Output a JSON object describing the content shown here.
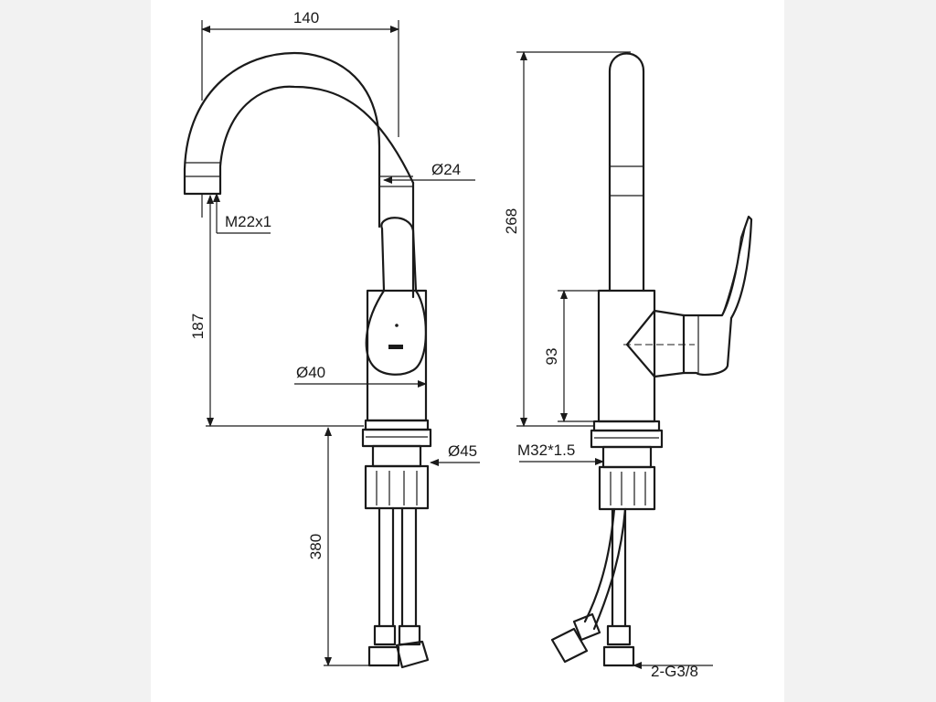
{
  "drawing": {
    "front_view": {
      "spout_reach": "140",
      "spout_diameter": "Ø24",
      "outlet_thread": "M22x1",
      "spout_height": "187",
      "body_diameter": "Ø40",
      "base_diameter": "Ø45",
      "hose_length": "380"
    },
    "side_view": {
      "total_height": "268",
      "body_height": "93",
      "mount_thread": "M32*1.5",
      "connection": "2-G3/8"
    }
  },
  "colors": {
    "line": "#1a1a1a",
    "paper": "#ffffff",
    "background": "#f2f2f2"
  }
}
